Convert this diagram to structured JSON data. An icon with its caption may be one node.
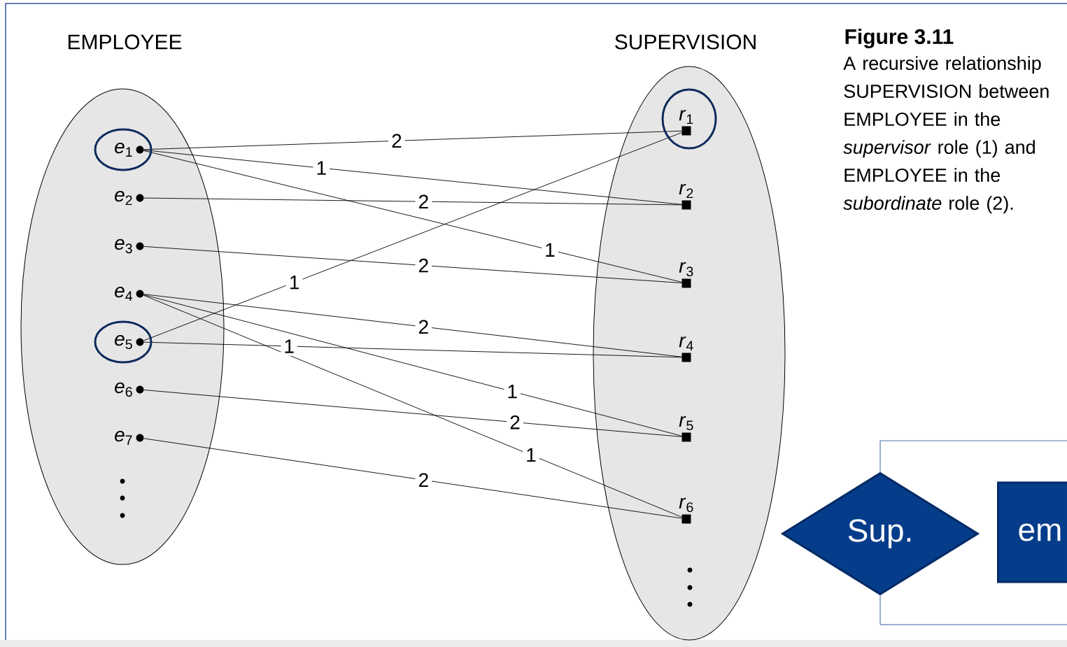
{
  "diagram": {
    "title": "Figure 3.11",
    "caption": "A recursive relationship SUPERVISION between EMPLOYEE in the *supervisor* role (1) and EMPLOYEE in the *subordinate* role (2).",
    "nodes": [
      {
        "text": [
          "EMPLOYEE"
        ]
      },
      {
        "text": [
          "*e*$_{1}$"
        ],
        "in": 0
      },
      {
        "text": [
          "*e*$_{2}$"
        ],
        "in": 0
      },
      {
        "text": [
          "*e*$_{3}$"
        ],
        "in": 0
      },
      {
        "text": [
          "*e*$_{4}$"
        ],
        "in": 0
      },
      {
        "text": [
          "*e*$_{5}$"
        ],
        "in": 0
      },
      {
        "text": [
          "*e*$_{6}$"
        ],
        "in": 0
      },
      {
        "text": [
          "*e*$_{7}$"
        ],
        "in": 0
      },
      {
        "text": [
          "SUPERVISION"
        ]
      },
      {
        "text": [
          "*r*$_{1}$"
        ],
        "in": 8
      },
      {
        "text": [
          "*r*$_{2}$"
        ],
        "in": 8
      },
      {
        "text": [
          "*r*$_{3}$"
        ],
        "in": 8
      },
      {
        "text": [
          "*r*$_{4}$"
        ],
        "in": 8
      },
      {
        "text": [
          "*r*$_{5}$"
        ],
        "in": 8
      },
      {
        "text": [
          "*r*$_{6}$"
        ],
        "in": 8
      },
      {
        "text": [
          "Sup."
        ]
      },
      {
        "text": [
          "em"
        ]
      }
    ],
    "edges": [
      {
        "from": 1,
        "to": 9,
        "arrow": "none",
        "label": "2"
      },
      {
        "from": 1,
        "to": 10,
        "arrow": "none",
        "label": "1"
      },
      {
        "from": 2,
        "to": 10,
        "arrow": "none",
        "label": "2"
      },
      {
        "from": 1,
        "to": 11,
        "arrow": "none",
        "label": "1"
      },
      {
        "from": 3,
        "to": 11,
        "arrow": "none",
        "label": "2"
      },
      {
        "from": 5,
        "to": 9,
        "arrow": "none",
        "label": "1"
      },
      {
        "from": 4,
        "to": 12,
        "arrow": "none",
        "label": "2"
      },
      {
        "from": 5,
        "to": 12,
        "arrow": "none",
        "label": "1"
      },
      {
        "from": 4,
        "to": 13,
        "arrow": "none",
        "label": "1"
      },
      {
        "from": 6,
        "to": 13,
        "arrow": "none",
        "label": "2"
      },
      {
        "from": 4,
        "to": 14,
        "arrow": "none",
        "label": "1"
      },
      {
        "from": 7,
        "to": 14,
        "arrow": "none",
        "label": "2"
      },
      {
        "from": 15,
        "to": null,
        "arrow": "none",
        "color": "#1f4e9a"
      },
      {
        "from": 15,
        "to": null,
        "arrow": "none",
        "color": "#1f4e9a"
      }
    ]
  }
}
